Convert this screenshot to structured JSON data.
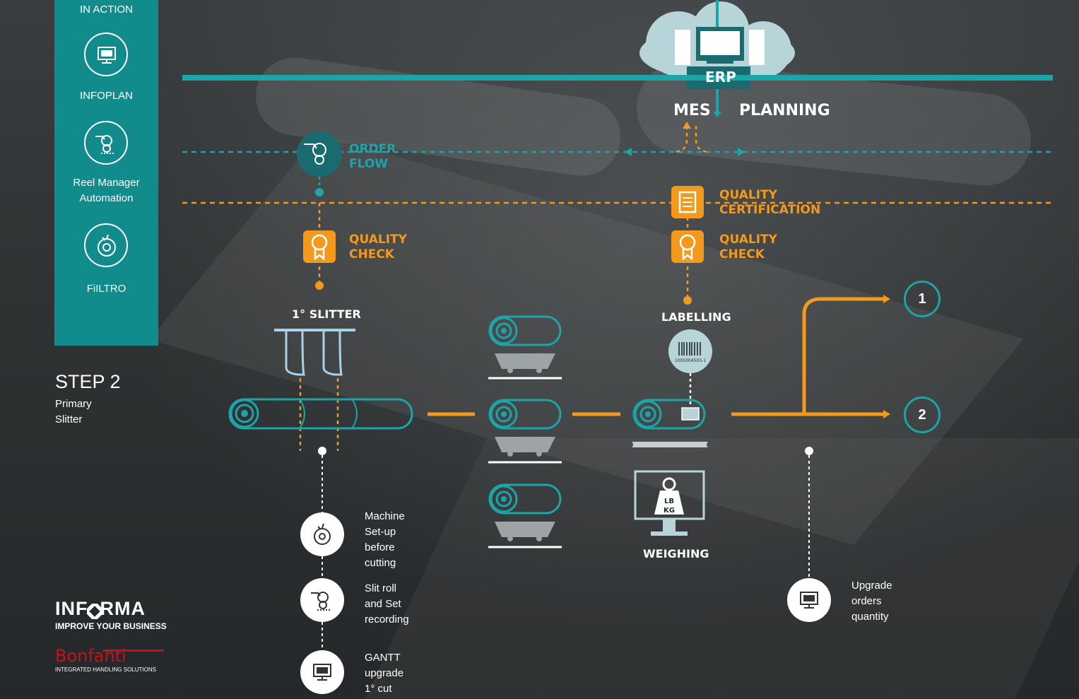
{
  "sidebar": {
    "header": "IN ACTION",
    "items": [
      {
        "label": "INFOPLAN",
        "icon": "monitor-icon"
      },
      {
        "label": "Reel Manager\nAutomation",
        "icon": "reel-manager-icon"
      },
      {
        "label": "FiILTRO",
        "icon": "filtro-icon"
      }
    ]
  },
  "step": {
    "title": "STEP 2",
    "subtitle_line1": "Primary",
    "subtitle_line2": "Slitter"
  },
  "top": {
    "erp": "ERP",
    "mes": "MES",
    "planning": "PLANNING"
  },
  "flow": {
    "order_flow_1": "ORDER",
    "order_flow_2": "FLOW",
    "quality_check_left_1": "QUALITY",
    "quality_check_left_2": "CHECK",
    "quality_cert_1": "QUALITY",
    "quality_cert_2": "CERTIFICATION",
    "quality_check_right_1": "QUALITY",
    "quality_check_right_2": "CHECK"
  },
  "stations": {
    "slitter": "1° SLITTER",
    "labelling": "LABELLING",
    "weighing": "WEIGHING",
    "scale_unit_top": "LB",
    "scale_unit_bottom": "KG",
    "barcode_number": "1005004503-1"
  },
  "outputs": {
    "one": "1",
    "two": "2"
  },
  "notes": {
    "machine_setup": [
      "Machine",
      "Set-up",
      "before",
      "cutting"
    ],
    "slit_roll": [
      "Slit roll",
      "and Set",
      "recording"
    ],
    "gantt": [
      "GANTT",
      "upgrade",
      "1° cut"
    ],
    "upgrade_orders": [
      "Upgrade",
      "orders",
      "quantity"
    ]
  },
  "logos": {
    "informa": "INF  RMA",
    "informa_tagline": "IMPROVE YOUR BUSINESS",
    "bonfanti": "Bonfanti",
    "bonfanti_tagline": "INTEGRATED HANDLING SOLUTIONS"
  },
  "colors": {
    "teal": "#1ba5a8",
    "orange": "#f39a1e",
    "sidebar": "#128b8c",
    "logo_red": "#c8101b"
  }
}
